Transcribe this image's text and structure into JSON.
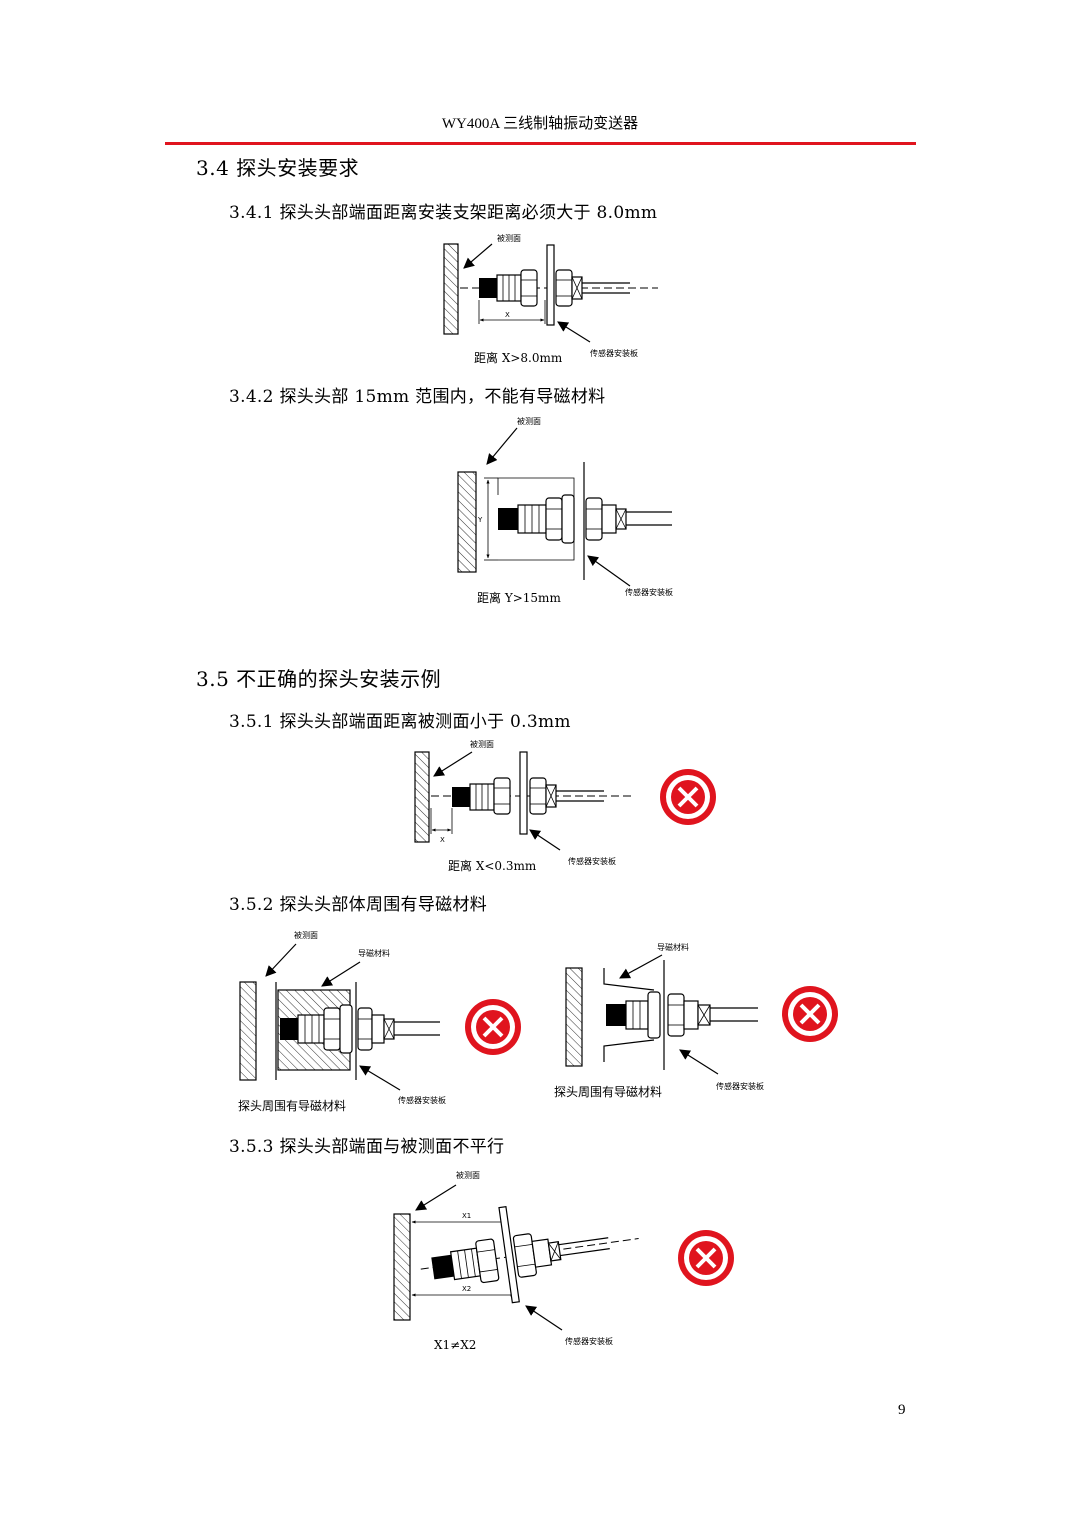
{
  "header": {
    "title": "WY400A 三线制轴振动变送器"
  },
  "sections": {
    "s34": "3.4  探头安装要求",
    "s341": "3.4.1 探头头部端面距离安装支架距离必须大于 8.0mm",
    "s342": "3.4.2 探头头部 15mm 范围内，不能有导磁材料",
    "s35": "3.5  不正确的探头安装示例",
    "s351": "3.5.1 探头头部端面距离被测面小于 0.3mm",
    "s352": "3.5.2 探头头部体周围有导磁材料",
    "s353": "3.5.3 探头头部端面与被测面不平行"
  },
  "labels": {
    "measured_surface": "被测面",
    "mount_plate": "传感器安装板",
    "magnetic_material": "导磁材料",
    "x": "X",
    "y": "Y",
    "x1": "X1",
    "x2": "X2"
  },
  "captions": {
    "fig1": "距离 X>8.0mm",
    "fig2": "距离 Y>15mm",
    "fig3": "距离 X<0.3mm",
    "fig4a": "探头周围有导磁材料",
    "fig4b": "探头周围有导磁材料",
    "fig5": "X1≠X2"
  },
  "page": {
    "number": "9"
  },
  "colors": {
    "accent": "#e0141e"
  }
}
